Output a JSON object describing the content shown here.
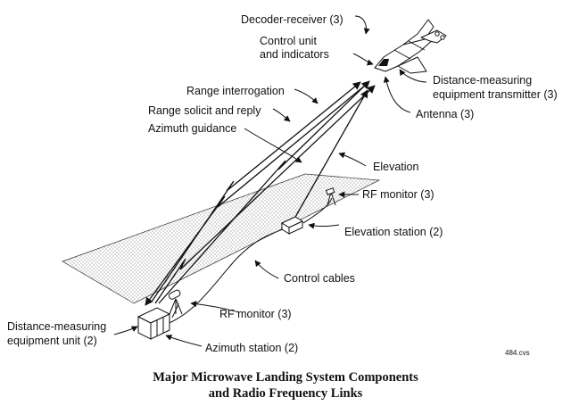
{
  "labels": {
    "decoder_receiver": "Decoder-receiver (3)",
    "control_unit_line1": "Control unit",
    "control_unit_line2": "and indicators",
    "dme_transmitter_line1": "Distance-measuring",
    "dme_transmitter_line2": "equipment transmitter (3)",
    "antenna": "Antenna (3)",
    "range_interrogation": "Range interrogation",
    "range_solicit_reply": "Range solicit and reply",
    "azimuth_guidance": "Azimuth guidance",
    "elevation": "Elevation",
    "rf_monitor_top": "RF monitor (3)",
    "elevation_station": "Elevation station (2)",
    "control_cables": "Control cables",
    "rf_monitor_bottom": "RF monitor (3)",
    "dme_unit_line1": "Distance-measuring",
    "dme_unit_line2": "equipment unit (2)",
    "azimuth_station": "Azimuth station (2)"
  },
  "file_code": "484.cvs",
  "caption": {
    "line1": "Major Microwave Landing System Components",
    "line2": "and Radio Frequency Links"
  }
}
